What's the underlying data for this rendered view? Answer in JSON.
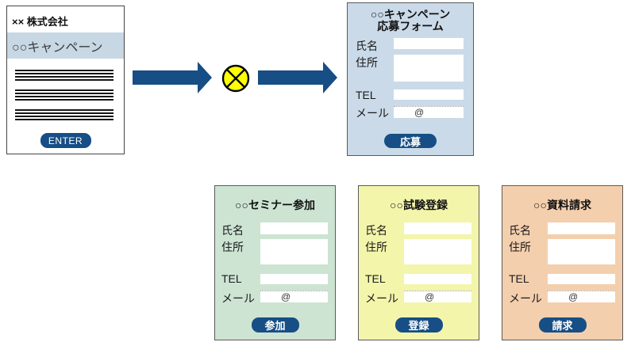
{
  "website": {
    "title": "×× 株式会社",
    "banner_label": "○○キャンペーン",
    "enter_label": "ENTER"
  },
  "flow": {
    "junction_icon": "circled-x-junction",
    "arrow_color": "#164e85",
    "junction_fill": "#ffff00"
  },
  "forms": {
    "campaign": {
      "title_prefix": "○○",
      "title_main": "キャンペーン",
      "title_line2": "応募フォーム",
      "labels": {
        "name": "氏名",
        "address": "住所",
        "tel": "TEL",
        "mail": "メール"
      },
      "mail_value": "@",
      "submit_label": "応募",
      "bg_color": "#cadae8"
    },
    "seminar": {
      "title_prefix": "○○",
      "title_main": "セミナー参加",
      "labels": {
        "name": "氏名",
        "address": "住所",
        "tel": "TEL",
        "mail": "メール"
      },
      "mail_value": "@",
      "submit_label": "参加",
      "bg_color": "#cde4d3"
    },
    "exam": {
      "title_prefix": "○○",
      "title_main": "試験登録",
      "labels": {
        "name": "氏名",
        "address": "住所",
        "tel": "TEL",
        "mail": "メール"
      },
      "mail_value": "@",
      "submit_label": "登録",
      "bg_color": "#f3f5ab"
    },
    "request": {
      "title_prefix": "○○",
      "title_main": "資料請求",
      "labels": {
        "name": "氏名",
        "address": "住所",
        "tel": "TEL",
        "mail": "メール"
      },
      "mail_value": "@",
      "submit_label": "請求",
      "bg_color": "#f4cfad"
    }
  }
}
